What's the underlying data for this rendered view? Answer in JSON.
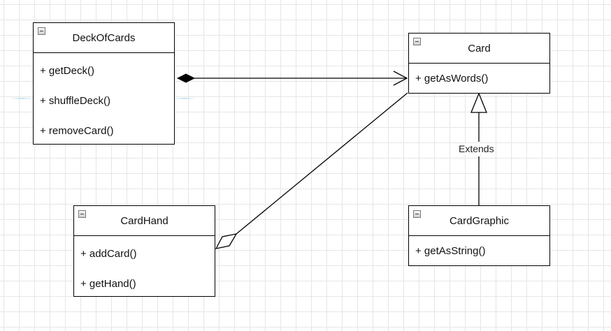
{
  "diagram": {
    "classes": {
      "deck_of_cards": {
        "name": "DeckOfCards",
        "methods": [
          "+ getDeck()",
          "+ shuffleDeck()",
          "+ removeCard()"
        ]
      },
      "card": {
        "name": "Card",
        "methods": [
          "+ getAsWords()"
        ]
      },
      "card_hand": {
        "name": "CardHand",
        "methods": [
          "+ addCard()",
          "+ getHand()"
        ]
      },
      "card_graphic": {
        "name": "CardGraphic",
        "methods": [
          "+ getAsString()"
        ]
      }
    },
    "relations": {
      "composition": {
        "from": "DeckOfCards",
        "to": "Card",
        "type": "composition"
      },
      "aggregation": {
        "from": "CardHand",
        "to": "Card",
        "type": "aggregation"
      },
      "inheritance": {
        "from": "CardGraphic",
        "to": "Card",
        "type": "inheritance",
        "label": "Extends"
      }
    }
  }
}
